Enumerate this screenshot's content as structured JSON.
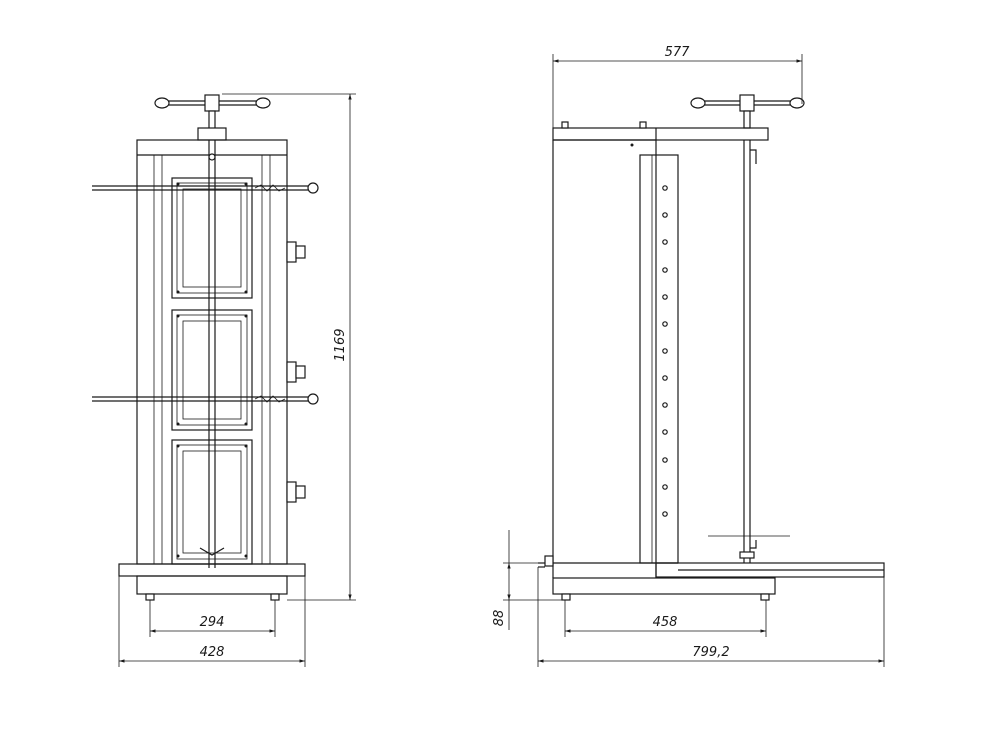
{
  "dimensions": {
    "front_height": "1169",
    "front_base_inner": "294",
    "front_base_outer": "428",
    "side_top_width": "577",
    "side_base_height": "88",
    "side_base_inner": "458",
    "side_total_width": "799,2"
  }
}
